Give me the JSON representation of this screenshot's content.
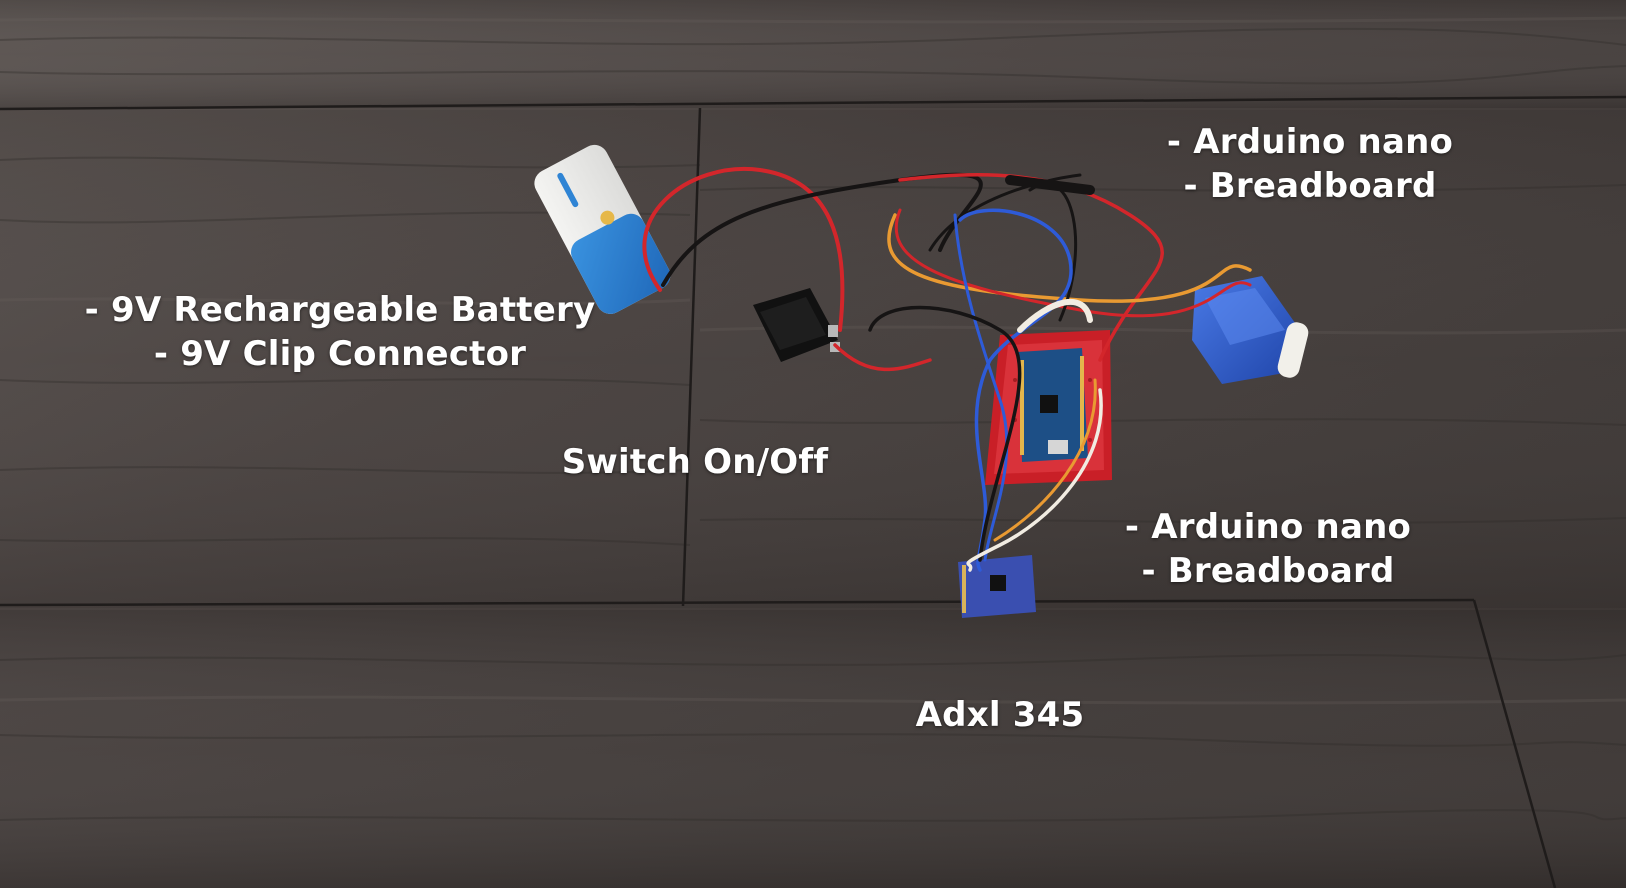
{
  "image": {
    "kind": "photo",
    "background": "dark wood plank floor",
    "colors": {
      "floor": "#4a4441",
      "floor_dark": "#2f2b29",
      "label_text": "#ffffff",
      "wire_red": "#d3262b",
      "wire_black": "#161414",
      "wire_blue": "#2e5bd8",
      "wire_orange": "#e99a32",
      "wire_white": "#f1ece2",
      "breadboard": "#d3242b",
      "servo": "#2d5fd0",
      "battery_blue": "#2f84d4",
      "sensor_board": "#3a4fb0"
    }
  },
  "labels": {
    "battery": {
      "line1": "- 9V Rechargeable Battery",
      "line2": "- 9V Clip Connector"
    },
    "switch": {
      "line1": "Switch On/Off"
    },
    "arduino_top": {
      "line1": "- Arduino nano",
      "line2": "- Breadboard"
    },
    "arduino_bottom": {
      "line1": "- Arduino nano",
      "line2": "- Breadboard"
    },
    "sensor": {
      "line1": "Adxl 345"
    }
  },
  "components": {
    "battery": "9v-battery-icon",
    "switch": "rocker-switch-icon",
    "breadboard": "breadboard-icon",
    "arduino": "arduino-nano-icon",
    "servo": "servo-motor-icon",
    "sensor": "adxl345-sensor-icon"
  }
}
